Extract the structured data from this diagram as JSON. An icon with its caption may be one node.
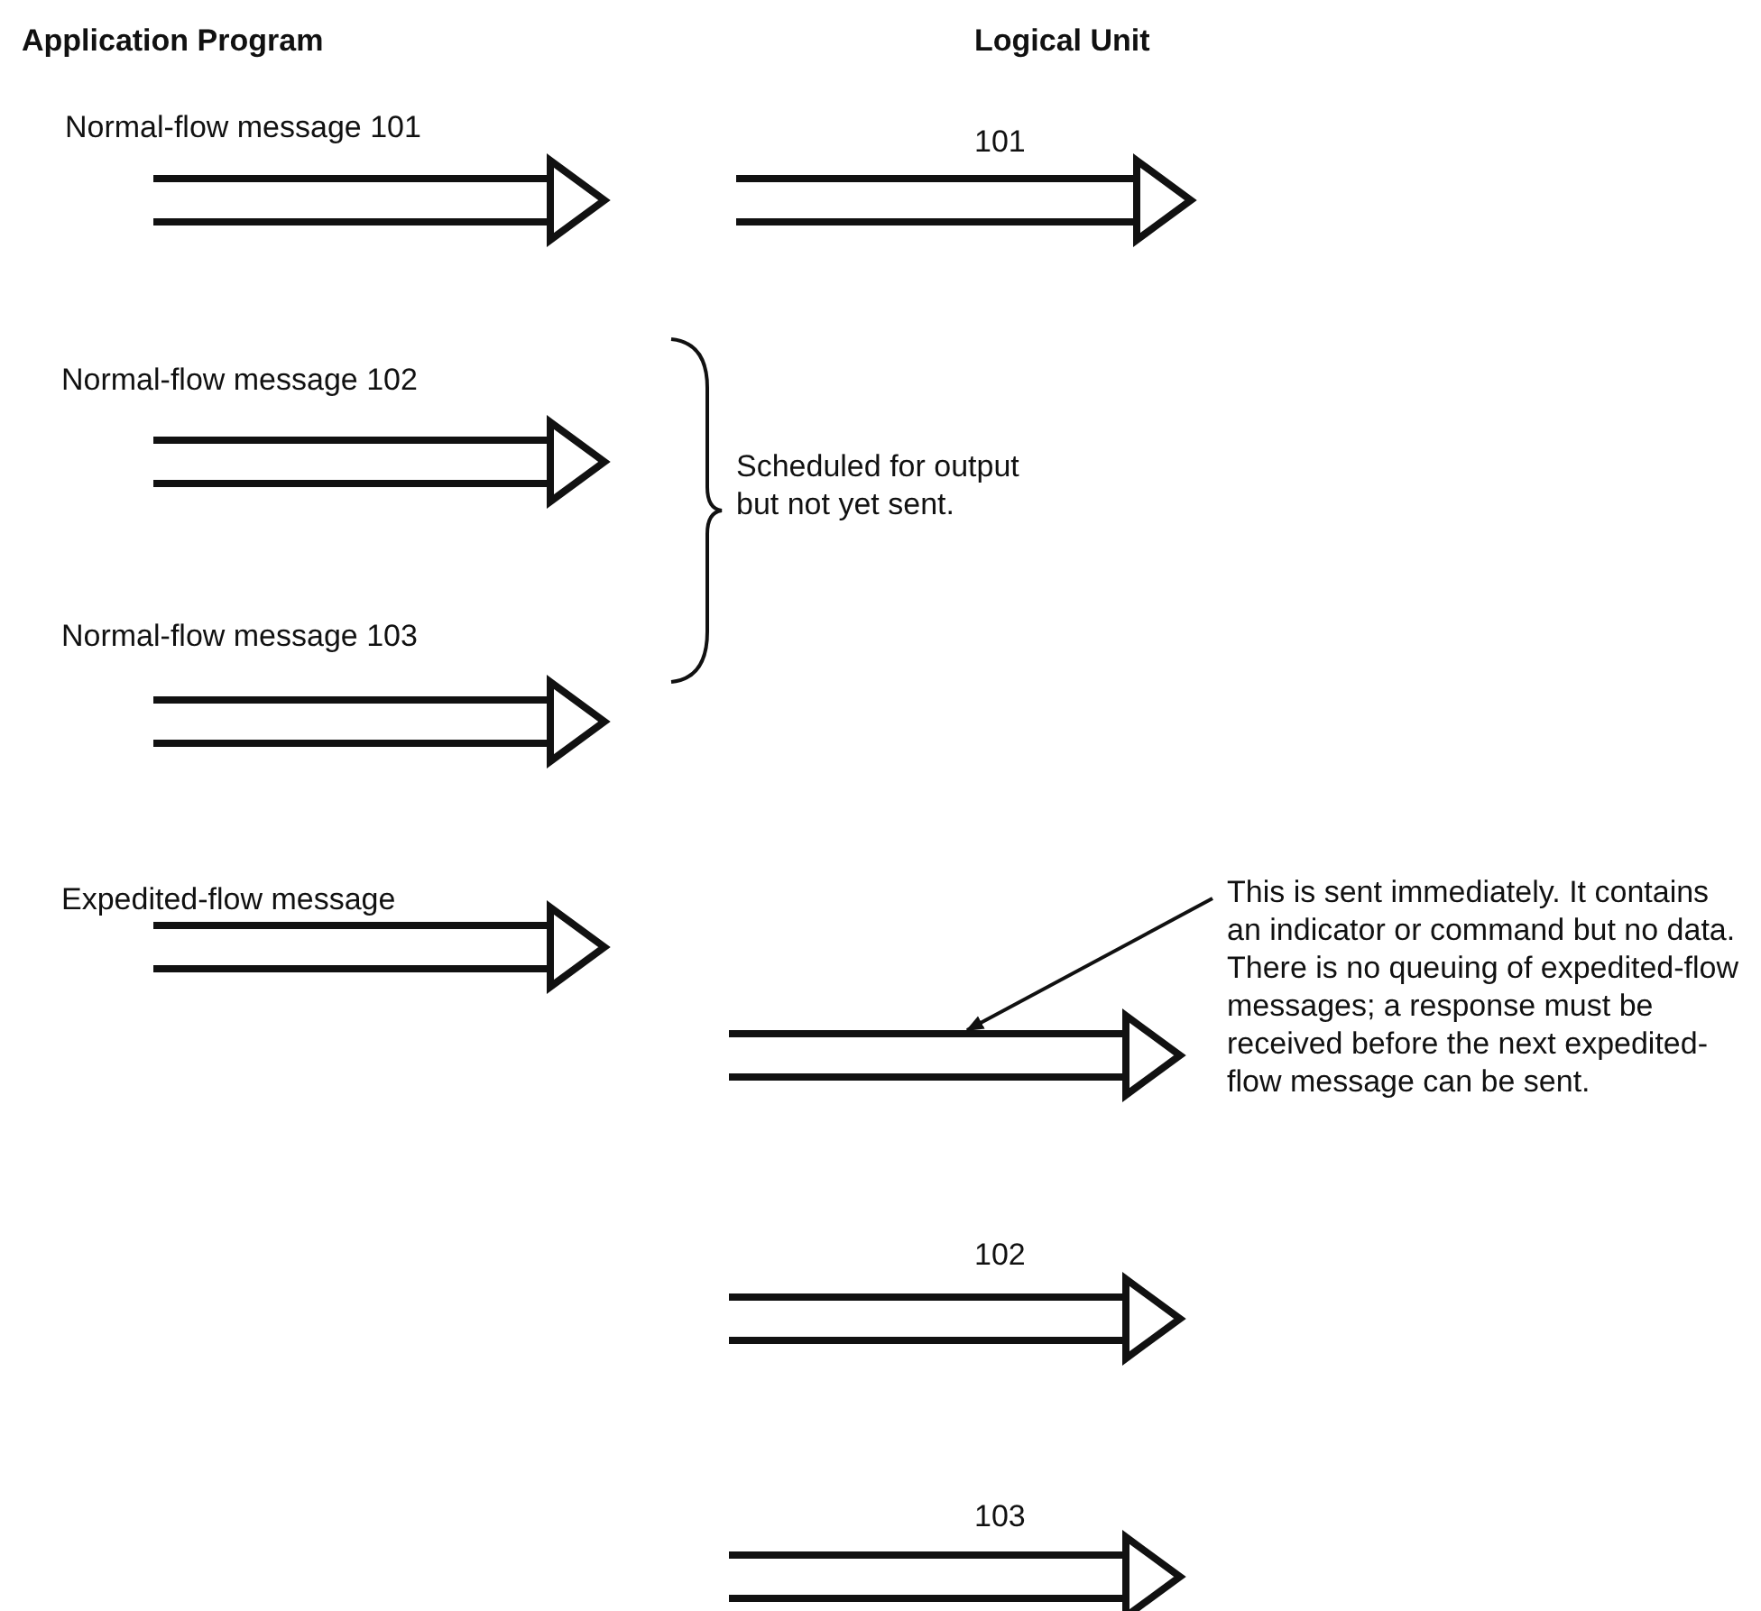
{
  "diagram": {
    "nodes": [
      {
        "text": [
          "This is sent immediately. It contains an indicator or command but no data. There is no queuing of expedited-flow messages; a response must be received before the next expedited-flow message can be sent."
        ]
      },
      {
        "text": [],
        "shape": "arrow"
      }
    ],
    "edges": [
      {
        "from": 0,
        "to": 1,
        "arrow": "to"
      }
    ],
    "labels": [
      "Application Program",
      "Logical Unit",
      "Normal-flow message 101",
      "101",
      "Normal-flow message 102",
      "Scheduled for output but not yet sent.",
      "Normal-flow message 103",
      "Expedited-flow message",
      "102",
      "103"
    ]
  }
}
